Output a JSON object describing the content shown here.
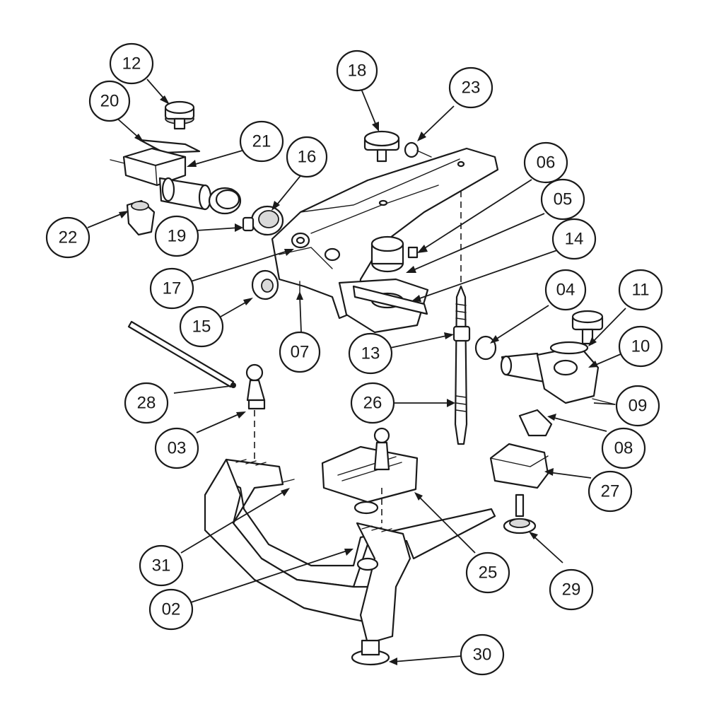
{
  "callouts": [
    {
      "label": "12"
    },
    {
      "label": "20"
    },
    {
      "label": "21"
    },
    {
      "label": "22"
    },
    {
      "label": "19"
    },
    {
      "label": "16"
    },
    {
      "label": "18"
    },
    {
      "label": "23"
    },
    {
      "label": "06"
    },
    {
      "label": "05"
    },
    {
      "label": "14"
    },
    {
      "label": "17"
    },
    {
      "label": "15"
    },
    {
      "label": "07"
    },
    {
      "label": "04"
    },
    {
      "label": "11"
    },
    {
      "label": "10"
    },
    {
      "label": "13"
    },
    {
      "label": "09"
    },
    {
      "label": "26"
    },
    {
      "label": "28"
    },
    {
      "label": "03"
    },
    {
      "label": "08"
    },
    {
      "label": "27"
    },
    {
      "label": "31"
    },
    {
      "label": "25"
    },
    {
      "label": "29"
    },
    {
      "label": "02"
    },
    {
      "label": "30"
    }
  ]
}
